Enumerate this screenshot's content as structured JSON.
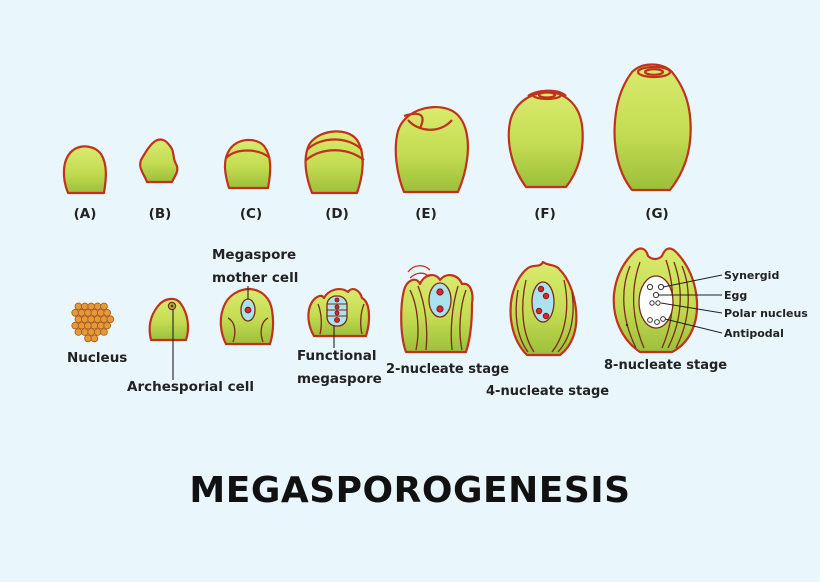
{
  "title": "MEGASPOROGENESIS",
  "stage_letters": [
    "(A)",
    "(B)",
    "(C)",
    "(D)",
    "(E)",
    "(F)",
    "(G)"
  ],
  "labels": {
    "nucleus": "Nucleus",
    "archesporial_cell": "Archesporial cell",
    "megaspore_mother_cell_line1": "Megaspore",
    "megaspore_mother_cell_line2": "mother cell",
    "functional_megaspore_line1": "Functional",
    "functional_megaspore_line2": "megaspore",
    "two_nucleate": "2-nucleate stage",
    "four_nucleate": "4-nucleate stage",
    "eight_nucleate": "8-nucleate stage",
    "synergid": "Synergid",
    "egg": "Egg",
    "polar_nucleus": "Polar nucleus",
    "antipodal": "Antipodal"
  },
  "colors": {
    "background": "#e9f6fc",
    "tissue_fill_top": "#d8ea6a",
    "tissue_fill_bottom": "#9ec23c",
    "tissue_outline": "#c0321e",
    "sac_fill": "#a8e3ef",
    "nucleus_red": "#d8262c",
    "cell_orange": "#e59a3a"
  }
}
